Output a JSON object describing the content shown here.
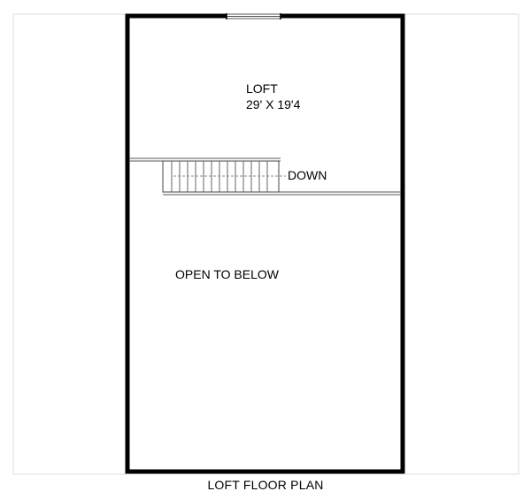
{
  "plan": {
    "room_name": "LOFT",
    "room_dimensions": "29' X 19'4",
    "stair_label": "DOWN",
    "open_area_label": "OPEN TO BELOW",
    "caption": "LOFT FLOOR PLAN"
  },
  "colors": {
    "wall": "#000000",
    "side_panel_line": "#d8d8d8",
    "line_light": "#777777"
  }
}
